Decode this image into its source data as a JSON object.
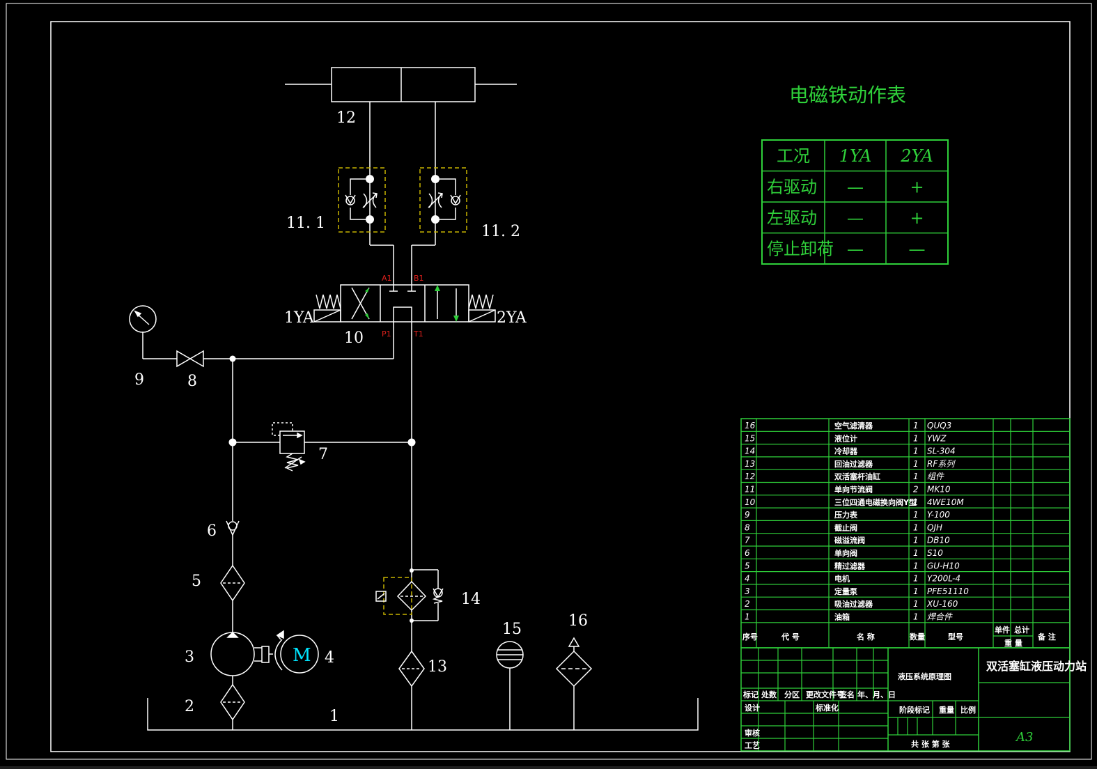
{
  "labels": {
    "c12": "12",
    "c11_1": "11. 1",
    "c11_2": "11. 2",
    "c10": "10",
    "sol1": "1YA",
    "sol2": "2YA",
    "portA": "A1",
    "portB": "B1",
    "portP": "P1",
    "portT": "T1",
    "c9": "9",
    "c8": "8",
    "c7": "7",
    "c6": "6",
    "c5": "5",
    "c4": "4",
    "c3": "3",
    "c2": "2",
    "c1": "1",
    "c13": "13",
    "c14": "14",
    "c15": "15",
    "c16": "16",
    "motor": "M"
  },
  "solenoid_table": {
    "title": "电磁铁动作表",
    "headers": [
      "工况",
      "1YA",
      "2YA"
    ],
    "rows": [
      [
        "右驱动",
        "—",
        "+"
      ],
      [
        "左驱动",
        "—",
        "+"
      ],
      [
        "停止卸荷",
        "—",
        "—"
      ]
    ]
  },
  "bom": {
    "rows": [
      [
        "16",
        "",
        "空气滤清器",
        "1",
        "QUQ3"
      ],
      [
        "15",
        "",
        "液位计",
        "1",
        "YWZ"
      ],
      [
        "14",
        "",
        "冷却器",
        "1",
        "SL-304"
      ],
      [
        "13",
        "",
        "回油过滤器",
        "1",
        "RF系列"
      ],
      [
        "12",
        "",
        "双活塞杆油缸",
        "1",
        "组件"
      ],
      [
        "11",
        "",
        "单向节流阀",
        "2",
        "MK10"
      ],
      [
        "10",
        "",
        "三位四通电磁换向阀Y型",
        "1",
        "4WE10M"
      ],
      [
        "9",
        "",
        "压力表",
        "1",
        "Y-100"
      ],
      [
        "8",
        "",
        "截止阀",
        "1",
        "QJH"
      ],
      [
        "7",
        "",
        "磁溢流阀",
        "1",
        "DB10"
      ],
      [
        "6",
        "",
        "单向阀",
        "1",
        "S10"
      ],
      [
        "5",
        "",
        "精过滤器",
        "1",
        "GU-H10"
      ],
      [
        "4",
        "",
        "电机",
        "1",
        "Y200L-4"
      ],
      [
        "3",
        "",
        "定量泵",
        "1",
        "PFE51110"
      ],
      [
        "2",
        "",
        "吸油过滤器",
        "1",
        "XU-160"
      ],
      [
        "1",
        "",
        "油箱",
        "1",
        "焊合件"
      ]
    ],
    "header": {
      "seq": "序号",
      "code": "代 号",
      "name": "名 称",
      "qty": "数量",
      "model": "型号",
      "unit": "单件",
      "total": "总计",
      "weight": "重 量",
      "note": "备 注"
    }
  },
  "title_block": {
    "drawing_name": "液压系统原理图",
    "project": "双活塞缸液压动力站",
    "mark": "标记",
    "count": "处数",
    "zone": "分区",
    "change": "更改文件号",
    "sign": "签名",
    "date": "年、月、日",
    "design": "设计",
    "standard": "标准化",
    "stage": "阶段标记",
    "weight": "重量",
    "scale": "比例",
    "review": "审核",
    "process": "工艺",
    "sheets": "共  张  第  张",
    "size": "A3"
  },
  "colors": {
    "line": "#ffffff",
    "table": "#2fd03a",
    "box": "#c8b400",
    "port": "#e0201c",
    "motor": "#00e5ff"
  }
}
